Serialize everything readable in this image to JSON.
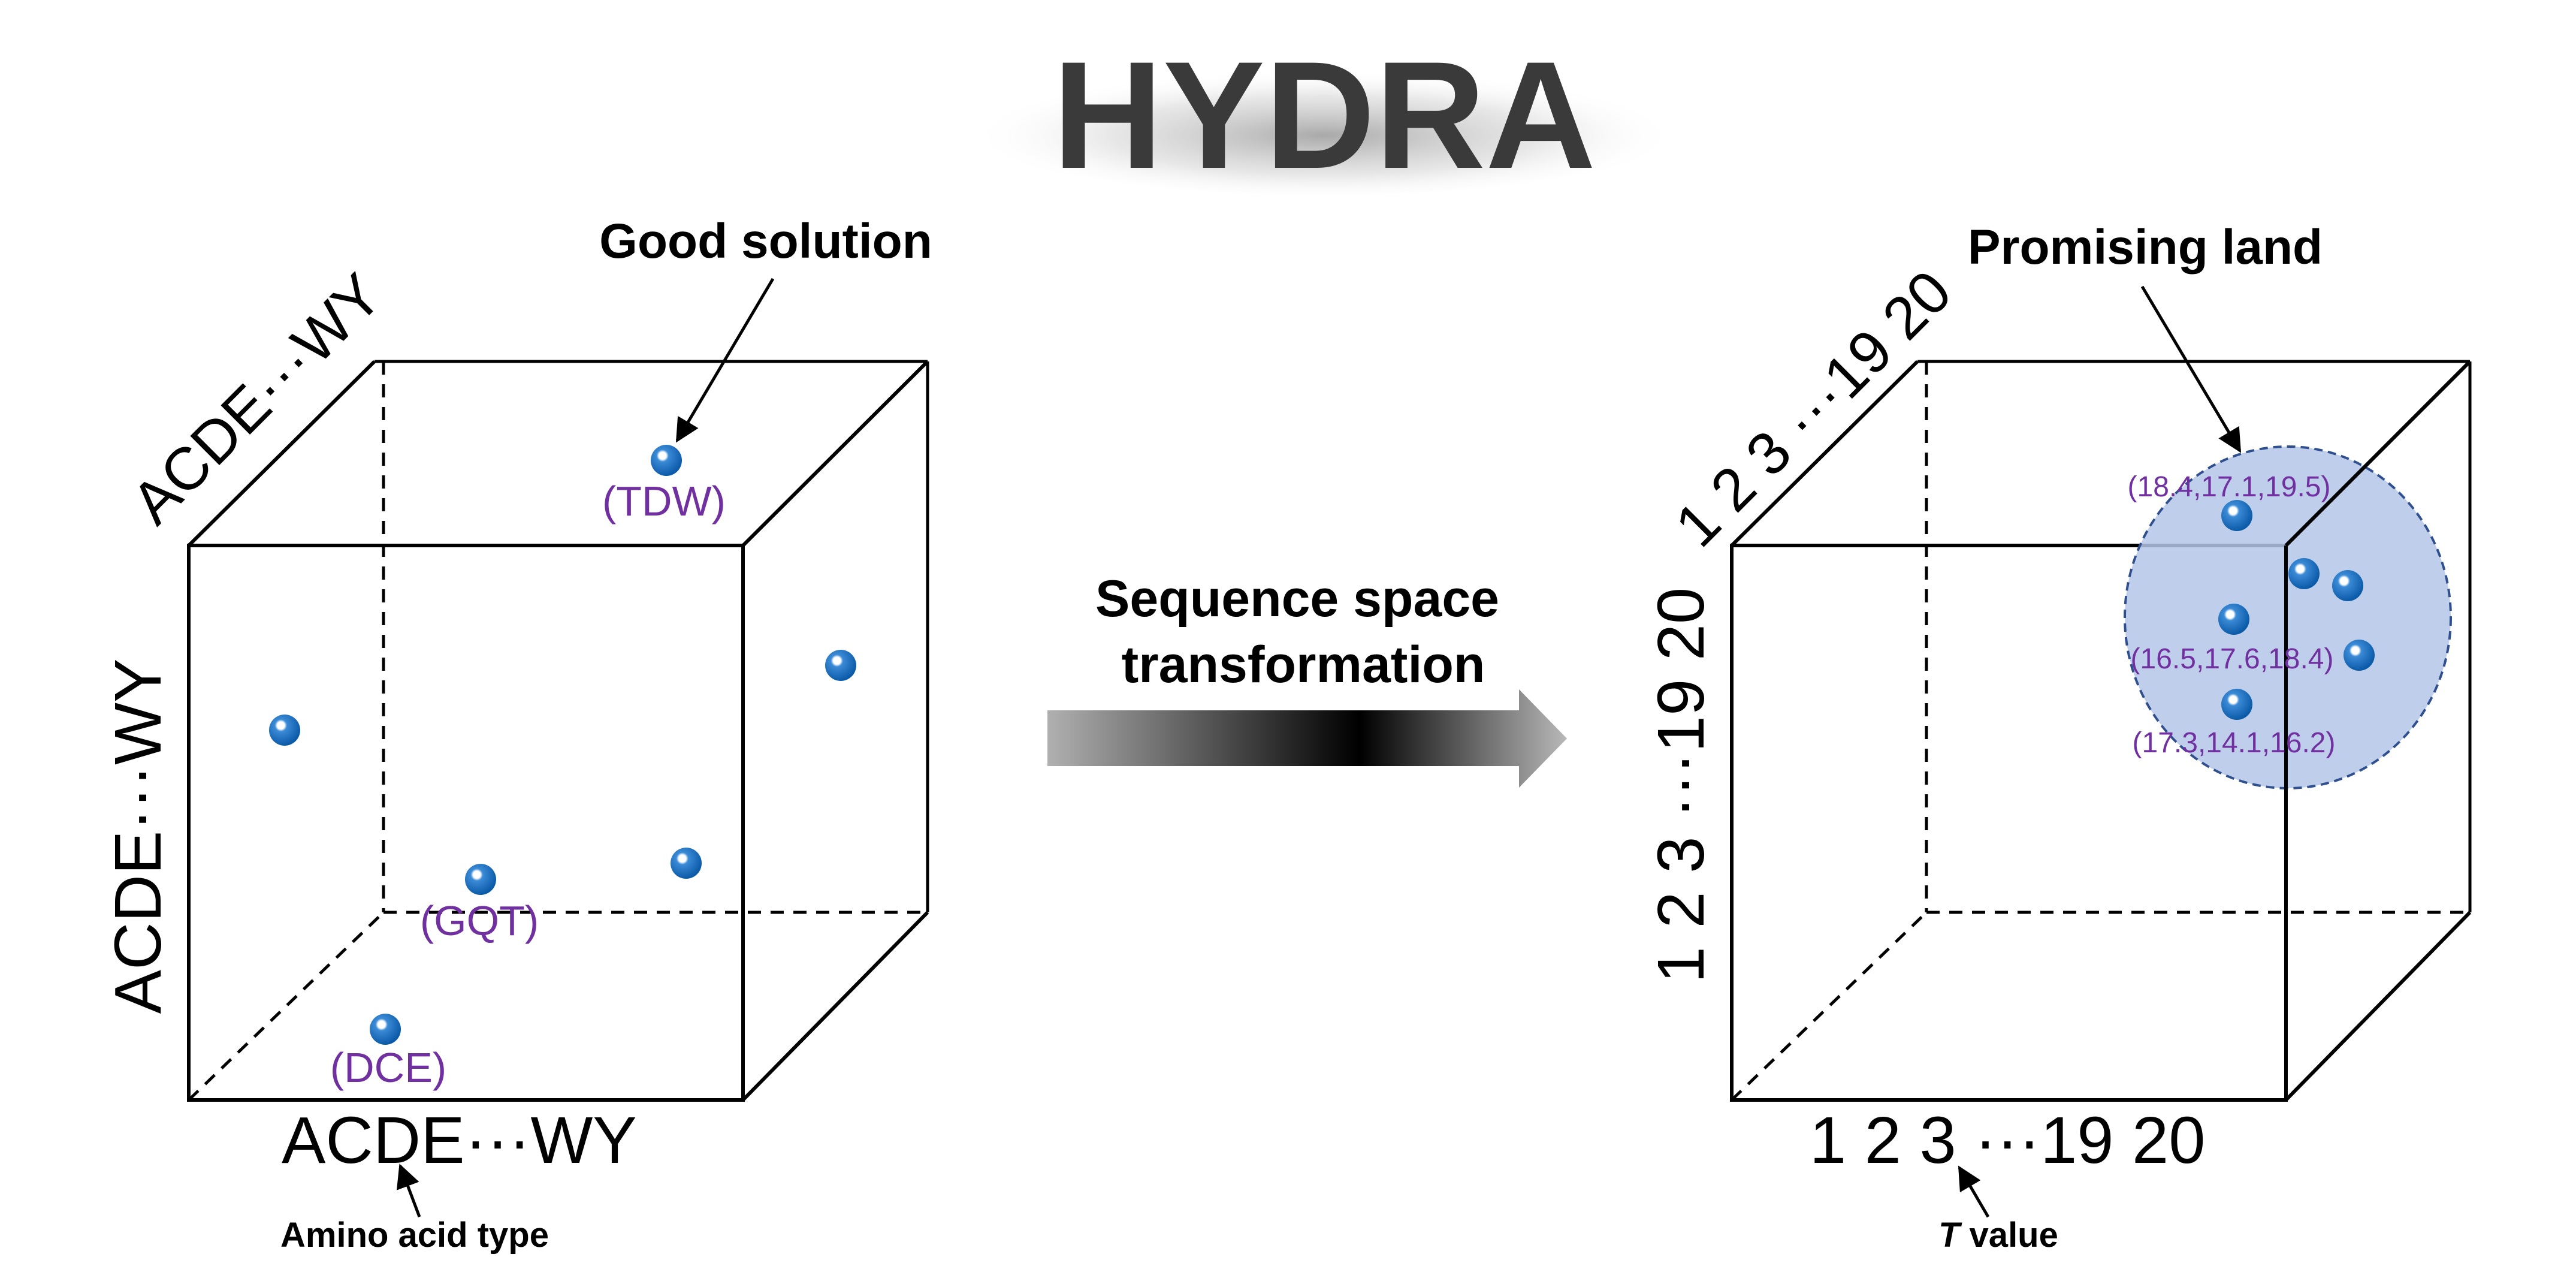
{
  "title": "HYDRA",
  "left": {
    "callout": "Good solution",
    "axis_depth": "ACDE···WY",
    "axis_vertical": "ACDE···WY",
    "axis_horizontal": "ACDE···WY",
    "axis_caption": "Amino acid type",
    "point_labels": [
      "(TDW)",
      "(GQT)",
      "(DCE)"
    ]
  },
  "middle": {
    "line1": "Sequence space",
    "line2": "transformation"
  },
  "right": {
    "callout": "Promising land",
    "axis_depth": "1 2 3 ···19 20",
    "axis_vertical": "1 2 3 ···19 20",
    "axis_horizontal": "1 2 3 ···19 20",
    "axis_caption_italic": "T",
    "axis_caption_rest": " value",
    "point_labels": [
      "(18.4,17.1,19.5)",
      "(16.5,17.6,18.4)",
      "(17.3,14.1,16.2)"
    ]
  },
  "colors": {
    "point": "#1f6fbf",
    "label": "#7030a0",
    "region_fill": "#b4c7e7",
    "region_stroke": "#2f4f8f",
    "title": "#3a3a3a"
  }
}
